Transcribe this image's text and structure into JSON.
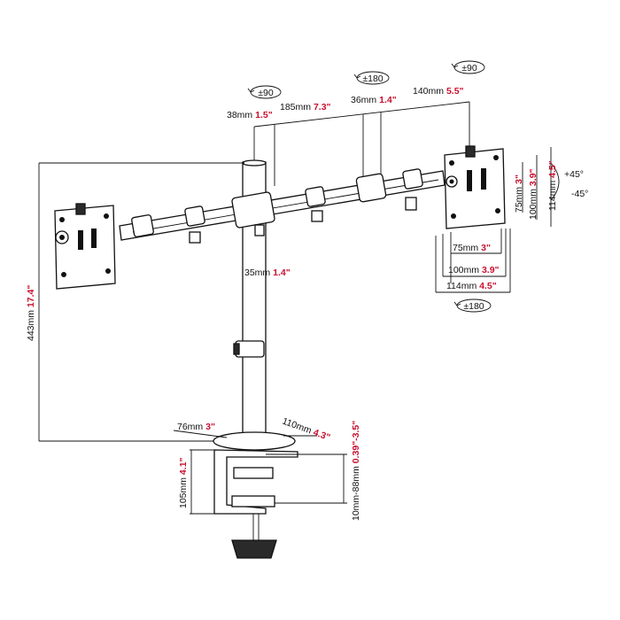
{
  "rotations": {
    "left_arm": "±90",
    "center_arm": "±180",
    "right_arm": "±90",
    "tilt_up": "+45°",
    "tilt_down": "-45°",
    "bottom_swivel": "±180"
  },
  "dimensions": {
    "d38": {
      "mm": "38mm",
      "in": "1.5\""
    },
    "d185": {
      "mm": "185mm",
      "in": "7.3\""
    },
    "d36": {
      "mm": "36mm",
      "in": "1.4\""
    },
    "d140": {
      "mm": "140mm",
      "in": "5.5\""
    },
    "pole": {
      "mm": "35mm",
      "in": "1.4\""
    },
    "vesa75_h": {
      "mm": "75mm",
      "in": "3\""
    },
    "vesa100_h": {
      "mm": "100mm",
      "in": "3.9\""
    },
    "vesa114_h": {
      "mm": "114mm",
      "in": "4.5\""
    },
    "vesa75_v": {
      "mm": "75mm",
      "in": "3\""
    },
    "vesa100_v": {
      "mm": "100mm",
      "in": "3.9\""
    },
    "vesa114_v": {
      "mm": "114mm",
      "in": "4.5\""
    },
    "height443": {
      "mm": "443mm",
      "in": "17.4\""
    },
    "base76": {
      "mm": "76mm",
      "in": "3\""
    },
    "base110": {
      "mm": "110mm",
      "in": "4.3\""
    },
    "clamp105": {
      "mm": "105mm",
      "in": "4.1\""
    },
    "desk": {
      "mm": "10mm-88mm",
      "in": "0.39\"-3.5\""
    }
  },
  "colors": {
    "line": "#111111",
    "inch_text": "#c8102e"
  },
  "icons": [
    "rotation-arrow-icon",
    "tilt-arrow-icon"
  ]
}
